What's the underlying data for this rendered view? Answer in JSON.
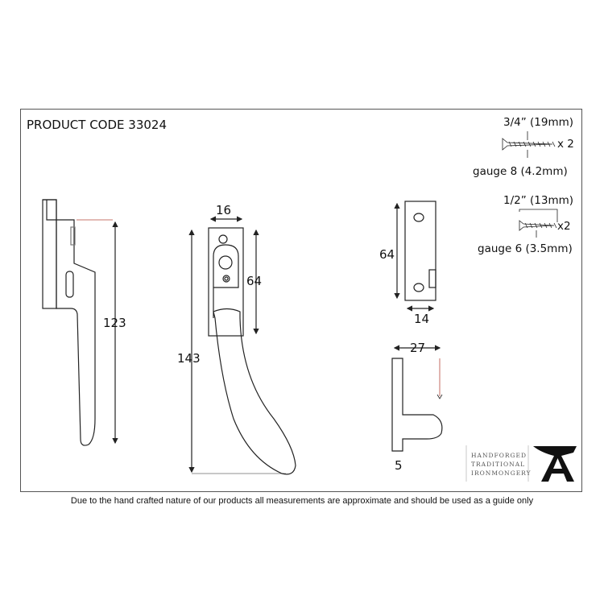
{
  "product_code": "PRODUCT CODE 33024",
  "dimensions": {
    "side_height": "123",
    "front_width": "16",
    "front_plate_height": "64",
    "front_total_height": "143",
    "keep_height": "64",
    "keep_width": "14",
    "keep_projection": "27",
    "keep_thickness": "5"
  },
  "screws": [
    {
      "length": "3/4” (19mm)",
      "qty": "x 2",
      "gauge": "gauge 8 (4.2mm)"
    },
    {
      "length": "1/2” (13mm)",
      "qty": "x2",
      "gauge": "gauge 6 (3.5mm)"
    }
  ],
  "logo": {
    "line1": "HANDFORGED",
    "line2": "TRADITIONAL",
    "line3": "IRONMONGERY"
  },
  "accent_color": "#b5473a",
  "footer_note": "Due to the hand crafted nature of our products all measurements are approximate and should be used as a guide only"
}
